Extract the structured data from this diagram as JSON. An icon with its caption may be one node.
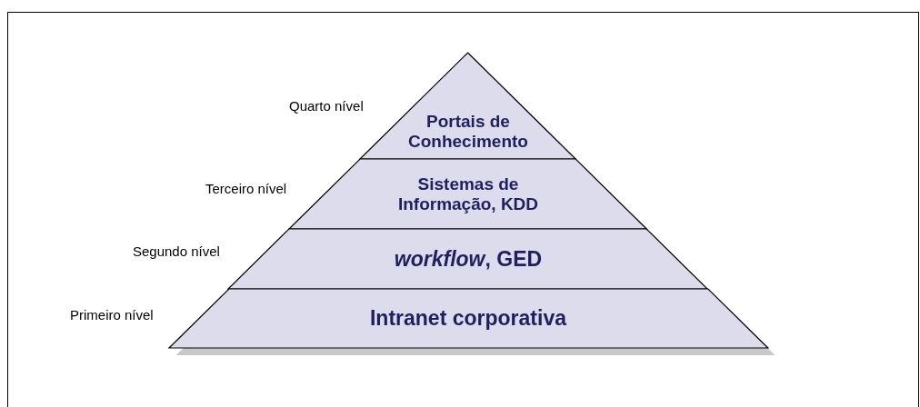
{
  "diagram": {
    "nodes": [
      {
        "text": [
          "Portais de Conhecimento"
        ],
        "beside": [
          "Quarto nível"
        ]
      },
      {
        "text": [
          "Sistemas de Informação, KDD"
        ],
        "beside": [
          "Terceiro nível"
        ]
      },
      {
        "text": [
          "*workflow*, GED"
        ],
        "beside": [
          "Segundo nível"
        ]
      },
      {
        "text": [
          "Intranet corporativa"
        ],
        "beside": [
          "Primeiro nível"
        ]
      }
    ]
  }
}
